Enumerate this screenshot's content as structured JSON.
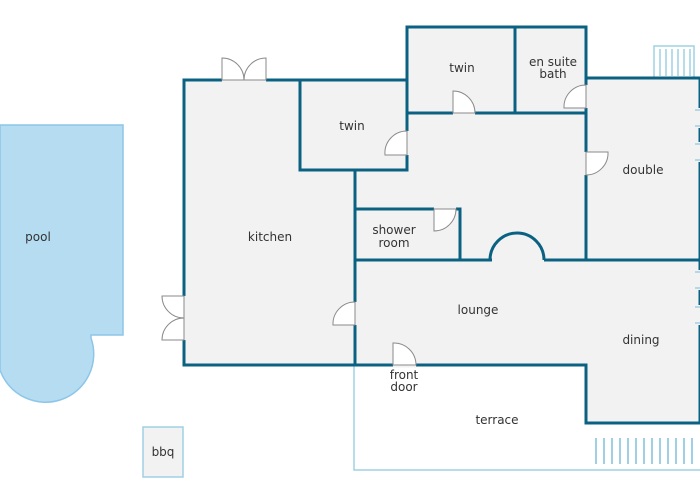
{
  "colors": {
    "wall": "#0a6182",
    "floor": "#f2f2f2",
    "pool": "#b6dcf2",
    "pool_edge": "#8cc6e8",
    "outline": "#9fd0e3"
  },
  "rooms": {
    "pool": "pool",
    "kitchen": "kitchen",
    "twin_1": "twin",
    "twin_2": "twin",
    "en_suite_line1": "en suite",
    "en_suite_line2": "bath",
    "double": "double",
    "shower_line1": "shower",
    "shower_line2": "room",
    "lounge": "lounge",
    "dining": "dining",
    "front_door_line1": "front",
    "front_door_line2": "door",
    "terrace": "terrace",
    "bbq": "bbq"
  }
}
